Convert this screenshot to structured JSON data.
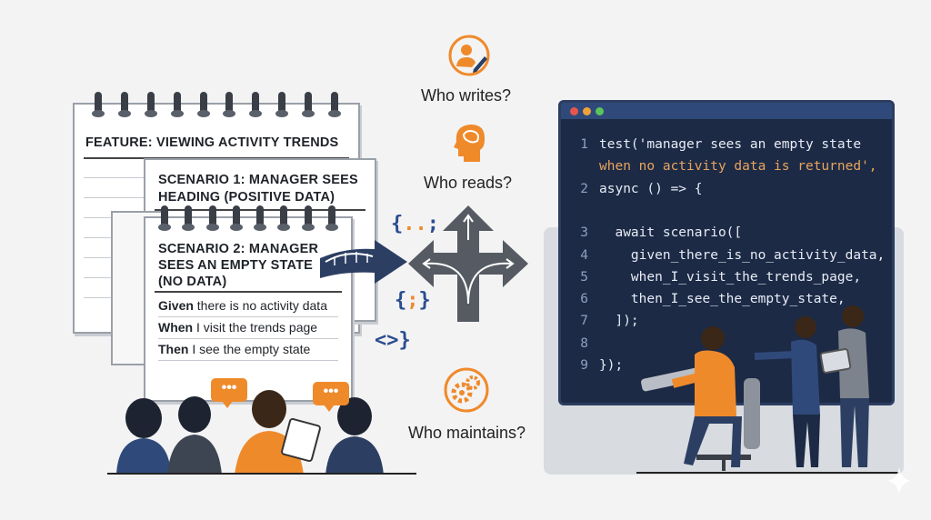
{
  "feature_card": {
    "title": "FEATURE: VIEWING ACTIVITY TRENDS"
  },
  "scenario1": {
    "title_line1": "SCENARIO 1: MANAGER SEES",
    "title_line2": "HEADING (POSITIVE DATA)"
  },
  "scenario2": {
    "title_line1": "SCENARIO 2: MANAGER",
    "title_line2": "SEES AN EMPTY STATE",
    "title_line3": "(NO DATA)",
    "steps": [
      {
        "keyword": "Given",
        "text": " there is no activity data"
      },
      {
        "keyword": "When",
        "text": " I visit the trends page"
      },
      {
        "keyword": "Then",
        "text": " I see the empty state"
      }
    ]
  },
  "speech_bubble": "•••",
  "symbols": {
    "braces_top": "{..;",
    "braces_mid": "{;}",
    "angle": "<>}"
  },
  "questions": {
    "writes": "Who writes?",
    "reads": "Who reads?",
    "maintains": "Who maintains?"
  },
  "code": {
    "line_numbers": [
      "1",
      "",
      "2",
      "",
      "3",
      "4",
      "5",
      "6",
      "7",
      "8",
      "9"
    ],
    "lines": [
      "test('manager sees an empty state",
      "when no activity data is returned',",
      "async () => {",
      "",
      "  await scenario([",
      "    given_there_is_no_activity_data,",
      "    when_I_visit_the_trends_page,",
      "    then_I_see_the_empty_state,",
      "  ]);",
      "",
      "});"
    ]
  },
  "colors": {
    "accent": "#ef8a2b",
    "navy": "#1c2a46",
    "blue": "#2a4d8f"
  },
  "icons": [
    "person-pen-icon",
    "head-brain-icon",
    "gears-icon",
    "crossroads-arrow-icon"
  ]
}
